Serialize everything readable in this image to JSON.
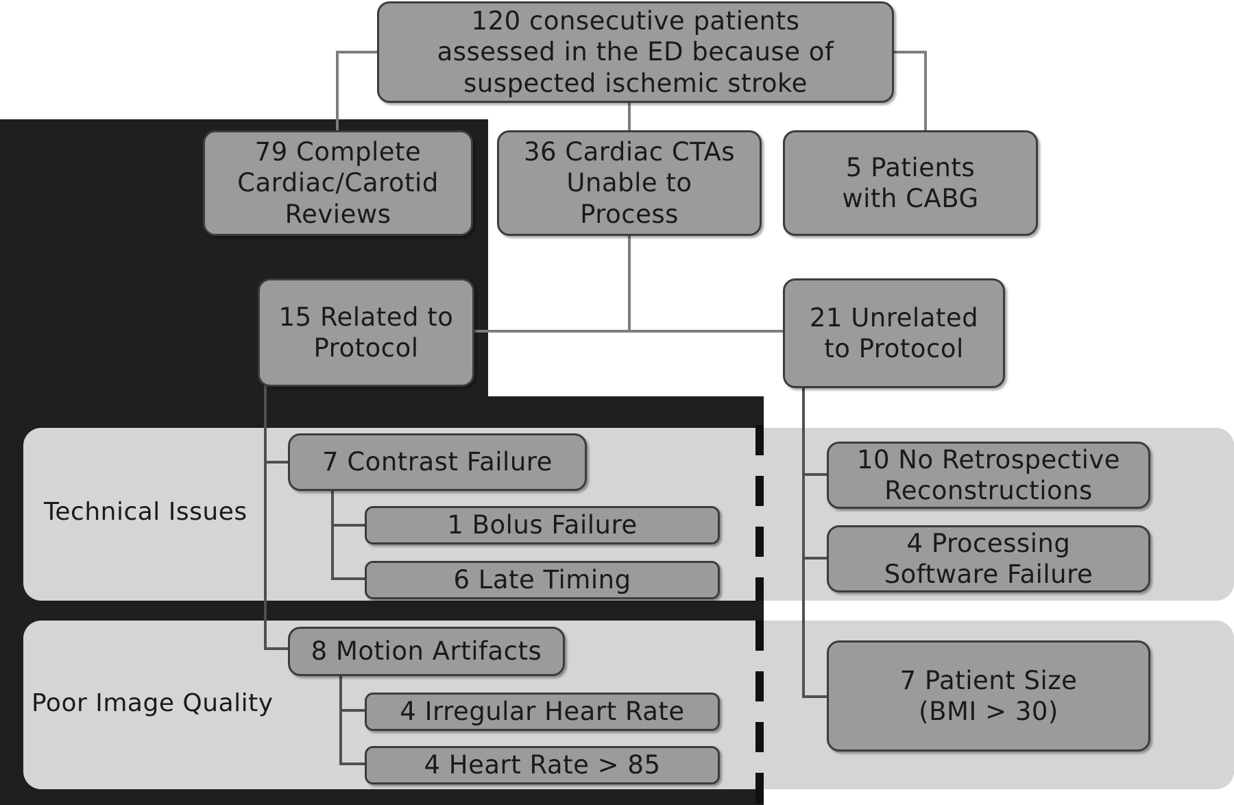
{
  "nodes": {
    "root": "120 consecutive patients\nassessed in the ED because of\nsuspected ischemic stroke",
    "complete": "79 Complete\nCardiac/Carotid\nReviews",
    "unable": "36 Cardiac CTAs\nUnable to\nProcess",
    "cabg": "5 Patients\nwith CABG",
    "related": "15 Related to\nProtocol",
    "unrelated": "21 Unrelated\nto Protocol",
    "contrast": "7 Contrast Failure",
    "bolus": "1 Bolus Failure",
    "late": "6 Late Timing",
    "motion": "8 Motion Artifacts",
    "irregular": "4 Irregular Heart Rate",
    "hr85": "4 Heart Rate > 85",
    "noretro": "10 No Retrospective\nReconstructions",
    "software": "4 Processing\nSoftware Failure",
    "size": "7 Patient Size\n(BMI > 30)"
  },
  "bands": {
    "technical": "Technical Issues",
    "quality": "Poor Image Quality"
  },
  "colors": {
    "node_fill": "#9b9b9b",
    "node_border": "#3c3c3c",
    "band_fill": "#d5d5d5",
    "dark_panel": "#1f1f1f"
  }
}
